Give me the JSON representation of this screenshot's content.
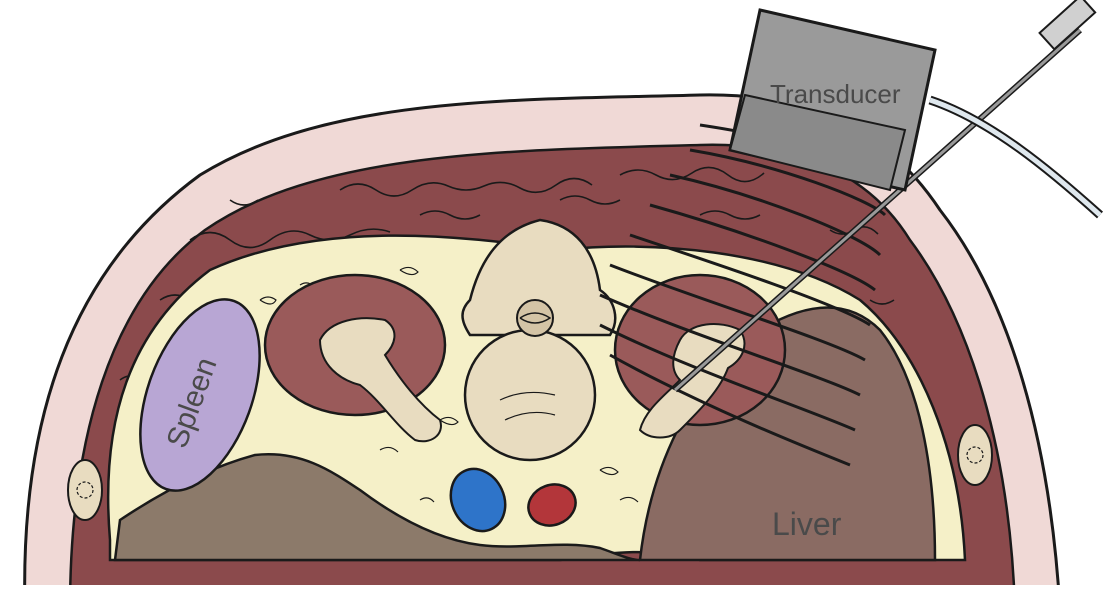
{
  "labels": {
    "transducer": "Transducer",
    "spleen": "Spleen",
    "liver": "Liver"
  },
  "colors": {
    "skin": "#f0d9d6",
    "muscle": "#8b4a4c",
    "fat": "#f5f0c8",
    "kidney": "#9a5a5a",
    "bone": "#e8dcc0",
    "spleen": "#b8a6d4",
    "liver": "#8a6b63",
    "vein": "#2e74c9",
    "artery": "#b3363a",
    "probe": "#9a9a9a",
    "outline": "#1a1a1a"
  }
}
